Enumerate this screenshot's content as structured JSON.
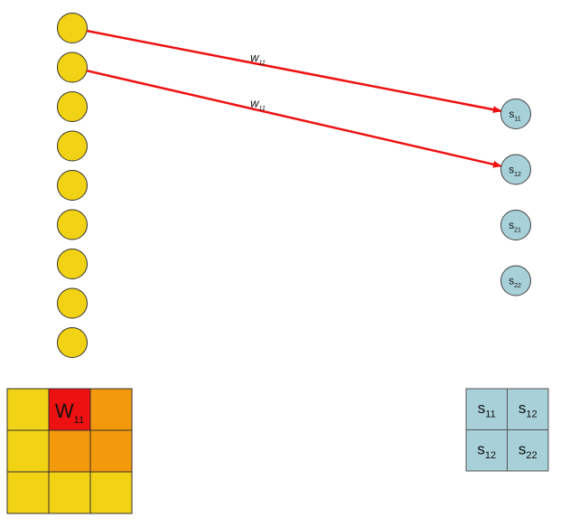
{
  "input_nodes": {
    "count": 9,
    "fill": "#f2d214",
    "stroke": "#333333"
  },
  "output_nodes": [
    {
      "name": "s",
      "sub": "11"
    },
    {
      "name": "s",
      "sub": "12"
    },
    {
      "name": "s",
      "sub": "21"
    },
    {
      "name": "s",
      "sub": "22"
    }
  ],
  "output_fill": "#a8d0d8",
  "connections": [
    {
      "from": 1,
      "to": 1,
      "name": "w",
      "sub": "11"
    },
    {
      "from": 2,
      "to": 2,
      "name": "w",
      "sub": "11"
    }
  ],
  "connection_color": "#ee1111",
  "kernel_grid": {
    "cells": [
      [
        "yellow",
        "red",
        "orange"
      ],
      [
        "yellow",
        "orange",
        "orange"
      ],
      [
        "yellow",
        "yellow",
        "yellow"
      ]
    ],
    "highlight": {
      "name": "W",
      "sub": "11"
    },
    "colors": {
      "yellow": "#f2d214",
      "orange": "#f39a0c",
      "red": "#ee1111"
    }
  },
  "output_grid": {
    "cells": [
      [
        {
          "name": "s",
          "sub": "11"
        },
        {
          "name": "s",
          "sub": "12"
        }
      ],
      [
        {
          "name": "s",
          "sub": "12"
        },
        {
          "name": "s",
          "sub": "22"
        }
      ]
    ],
    "fill": "#a8d0d8"
  }
}
